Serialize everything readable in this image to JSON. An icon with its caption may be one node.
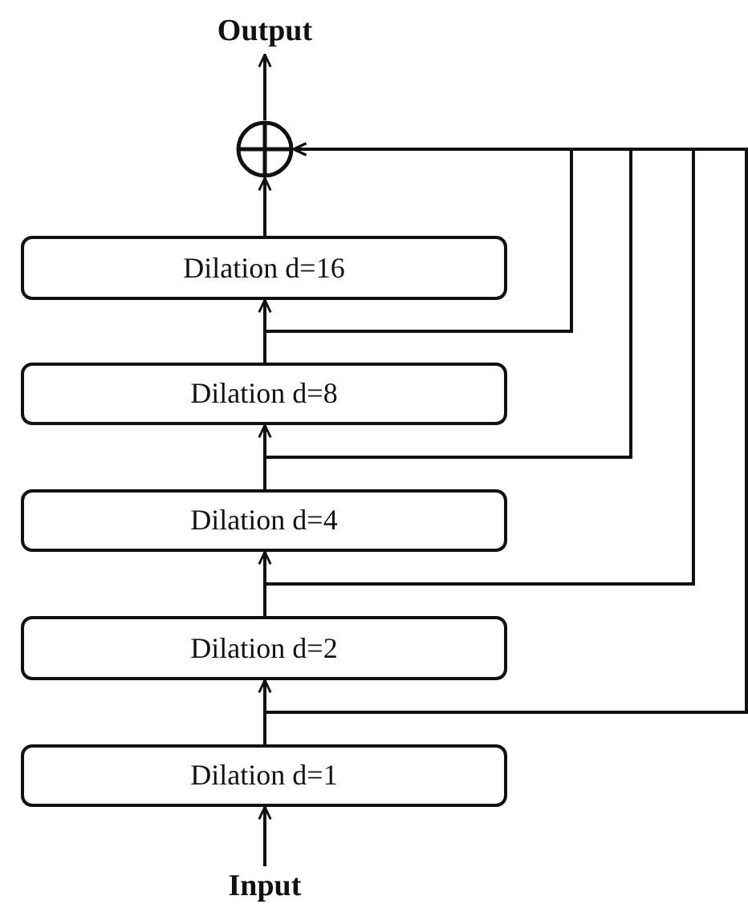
{
  "diagram": {
    "nodes": [
      {
        "text": [
          "Output"
        ]
      },
      {
        "text": [],
        "shape": "circle"
      },
      {
        "text": [
          "Dilation d=16"
        ]
      },
      {
        "text": [
          "Dilation d=8"
        ]
      },
      {
        "text": [
          "Dilation d=4"
        ]
      },
      {
        "text": [
          "Dilation d=2"
        ]
      },
      {
        "text": [
          "Dilation d=1"
        ]
      },
      {
        "text": [
          "Input"
        ]
      }
    ],
    "edges": [
      {
        "from": 7,
        "to": 6,
        "arrow": "to"
      },
      {
        "from": 6,
        "to": 5,
        "arrow": "to"
      },
      {
        "from": 5,
        "to": 4,
        "arrow": "to"
      },
      {
        "from": 4,
        "to": 3,
        "arrow": "to"
      },
      {
        "from": 3,
        "to": 2,
        "arrow": "to"
      },
      {
        "from": 2,
        "to": 1,
        "arrow": "to"
      },
      {
        "from": 1,
        "to": 0,
        "arrow": "to"
      },
      {
        "from": 3,
        "to": 1,
        "arrow": "to"
      },
      {
        "from": 4,
        "to": 1,
        "arrow": "to"
      },
      {
        "from": 5,
        "to": 1,
        "arrow": "to"
      },
      {
        "from": 6,
        "to": 1,
        "arrow": "to"
      }
    ]
  }
}
